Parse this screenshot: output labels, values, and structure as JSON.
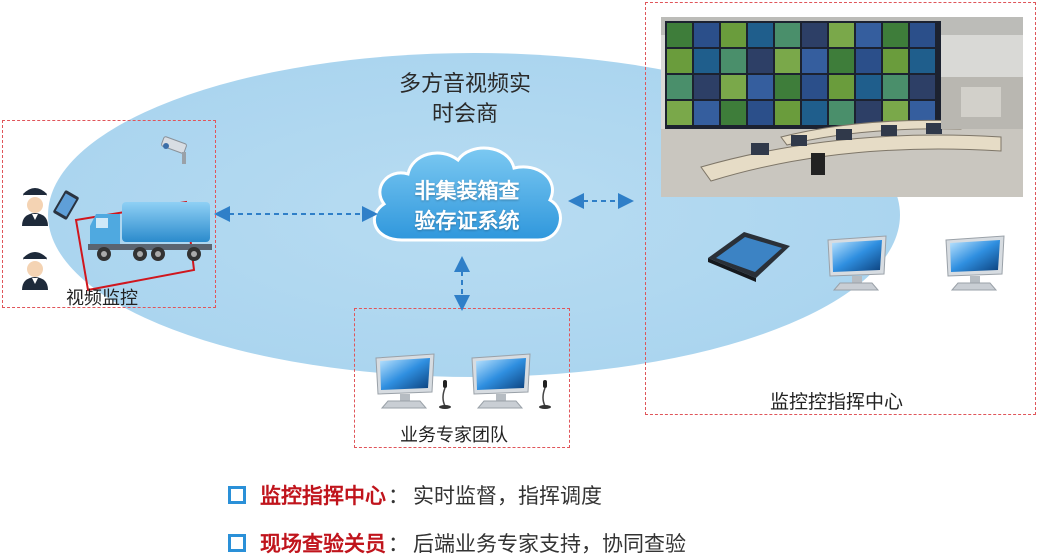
{
  "center_meeting_label_line1": "多方音视频实",
  "center_meeting_label_line2": "时会商",
  "cloud": {
    "line1": "非集装箱查",
    "line2": "验存证系统"
  },
  "left_group_label": "视频监控",
  "bottom_group_label": "业务专家团队",
  "right_group_label": "监控控指挥中心",
  "bullets": [
    {
      "title": "监控指挥中心",
      "colon": "：",
      "desc": "实时监督，指挥调度"
    },
    {
      "title": "现场查验关员",
      "colon": "：",
      "desc": "后端业务专家支持，协同查验"
    }
  ],
  "colors": {
    "ellipse": "#abd5ef",
    "dashed_border": "#e0555a",
    "arrow": "#2f7fc8",
    "bullet_title": "#c0141c",
    "bullet_icon": "#2a90d8"
  },
  "icons": [
    "police-officer-icon",
    "tablet-icon",
    "truck-icon",
    "security-camera-icon",
    "monitor-icon",
    "microphone-icon",
    "touchpanel-icon"
  ]
}
